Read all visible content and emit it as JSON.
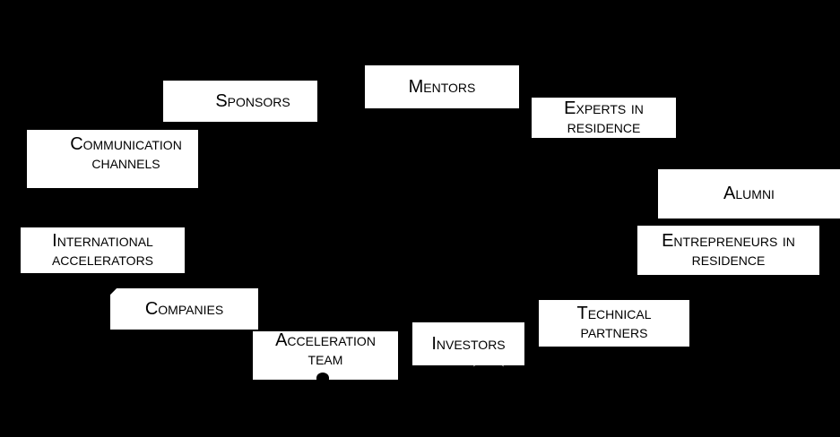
{
  "diagram": {
    "nodes": [
      {
        "id": "sponsors",
        "lines": [
          "Sponsors"
        ]
      },
      {
        "id": "mentors",
        "lines": [
          "Mentors"
        ]
      },
      {
        "id": "experts",
        "lines": [
          "Experts in",
          "residence"
        ]
      },
      {
        "id": "communication",
        "lines": [
          "Communication",
          "channels"
        ]
      },
      {
        "id": "alumni",
        "lines": [
          "Alumni"
        ]
      },
      {
        "id": "international",
        "lines": [
          "International",
          "accelerators"
        ]
      },
      {
        "id": "entrepreneurs",
        "lines": [
          "Entrepreneurs in",
          "residence"
        ]
      },
      {
        "id": "companies",
        "lines": [
          "Companies"
        ]
      },
      {
        "id": "technical",
        "lines": [
          "Technical",
          "partners"
        ]
      },
      {
        "id": "acceleration",
        "lines": [
          "Acceleration",
          "team"
        ]
      },
      {
        "id": "investors",
        "lines": [
          "Investors"
        ]
      }
    ]
  }
}
